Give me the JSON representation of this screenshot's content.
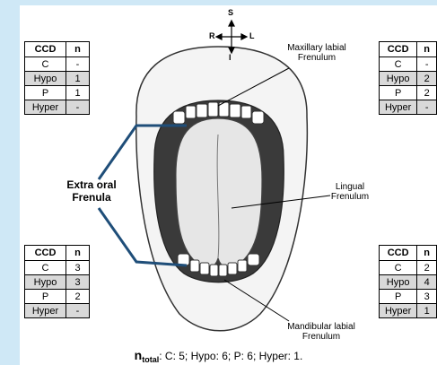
{
  "compass": {
    "top": "S",
    "left": "R",
    "right": "L",
    "bottom": "I"
  },
  "labels": {
    "maxillary": [
      "Maxillary labial",
      "Frenulum"
    ],
    "lingual": [
      "Lingual",
      "Frenulum"
    ],
    "mandibular": [
      "Mandibular labial",
      "Frenulum"
    ],
    "extra_oral": [
      "Extra oral",
      "Frenula"
    ]
  },
  "tables": {
    "top_left": {
      "header": [
        "CCD",
        "n"
      ],
      "rows": [
        [
          "C",
          "-"
        ],
        [
          "Hypo",
          "1"
        ],
        [
          "P",
          "1"
        ],
        [
          "Hyper",
          "-"
        ]
      ]
    },
    "top_right": {
      "header": [
        "CCD",
        "n"
      ],
      "rows": [
        [
          "C",
          "-"
        ],
        [
          "Hypo",
          "2"
        ],
        [
          "P",
          "2"
        ],
        [
          "Hyper",
          "-"
        ]
      ]
    },
    "bottom_left": {
      "header": [
        "CCD",
        "n"
      ],
      "rows": [
        [
          "C",
          "3"
        ],
        [
          "Hypo",
          "3"
        ],
        [
          "P",
          "2"
        ],
        [
          "Hyper",
          "-"
        ]
      ]
    },
    "bottom_right": {
      "header": [
        "CCD",
        "n"
      ],
      "rows": [
        [
          "C",
          "2"
        ],
        [
          "Hypo",
          "4"
        ],
        [
          "P",
          "3"
        ],
        [
          "Hyper",
          "1"
        ]
      ]
    }
  },
  "footer": {
    "n": "n",
    "sub": "total",
    "text": ": C: 5; Hypo: 6; P: 6; Hyper: 1."
  },
  "colors": {
    "accent_line": "#1f4e79",
    "background_band": "#cfe8f6",
    "row_shade": "#d9d9d9"
  }
}
